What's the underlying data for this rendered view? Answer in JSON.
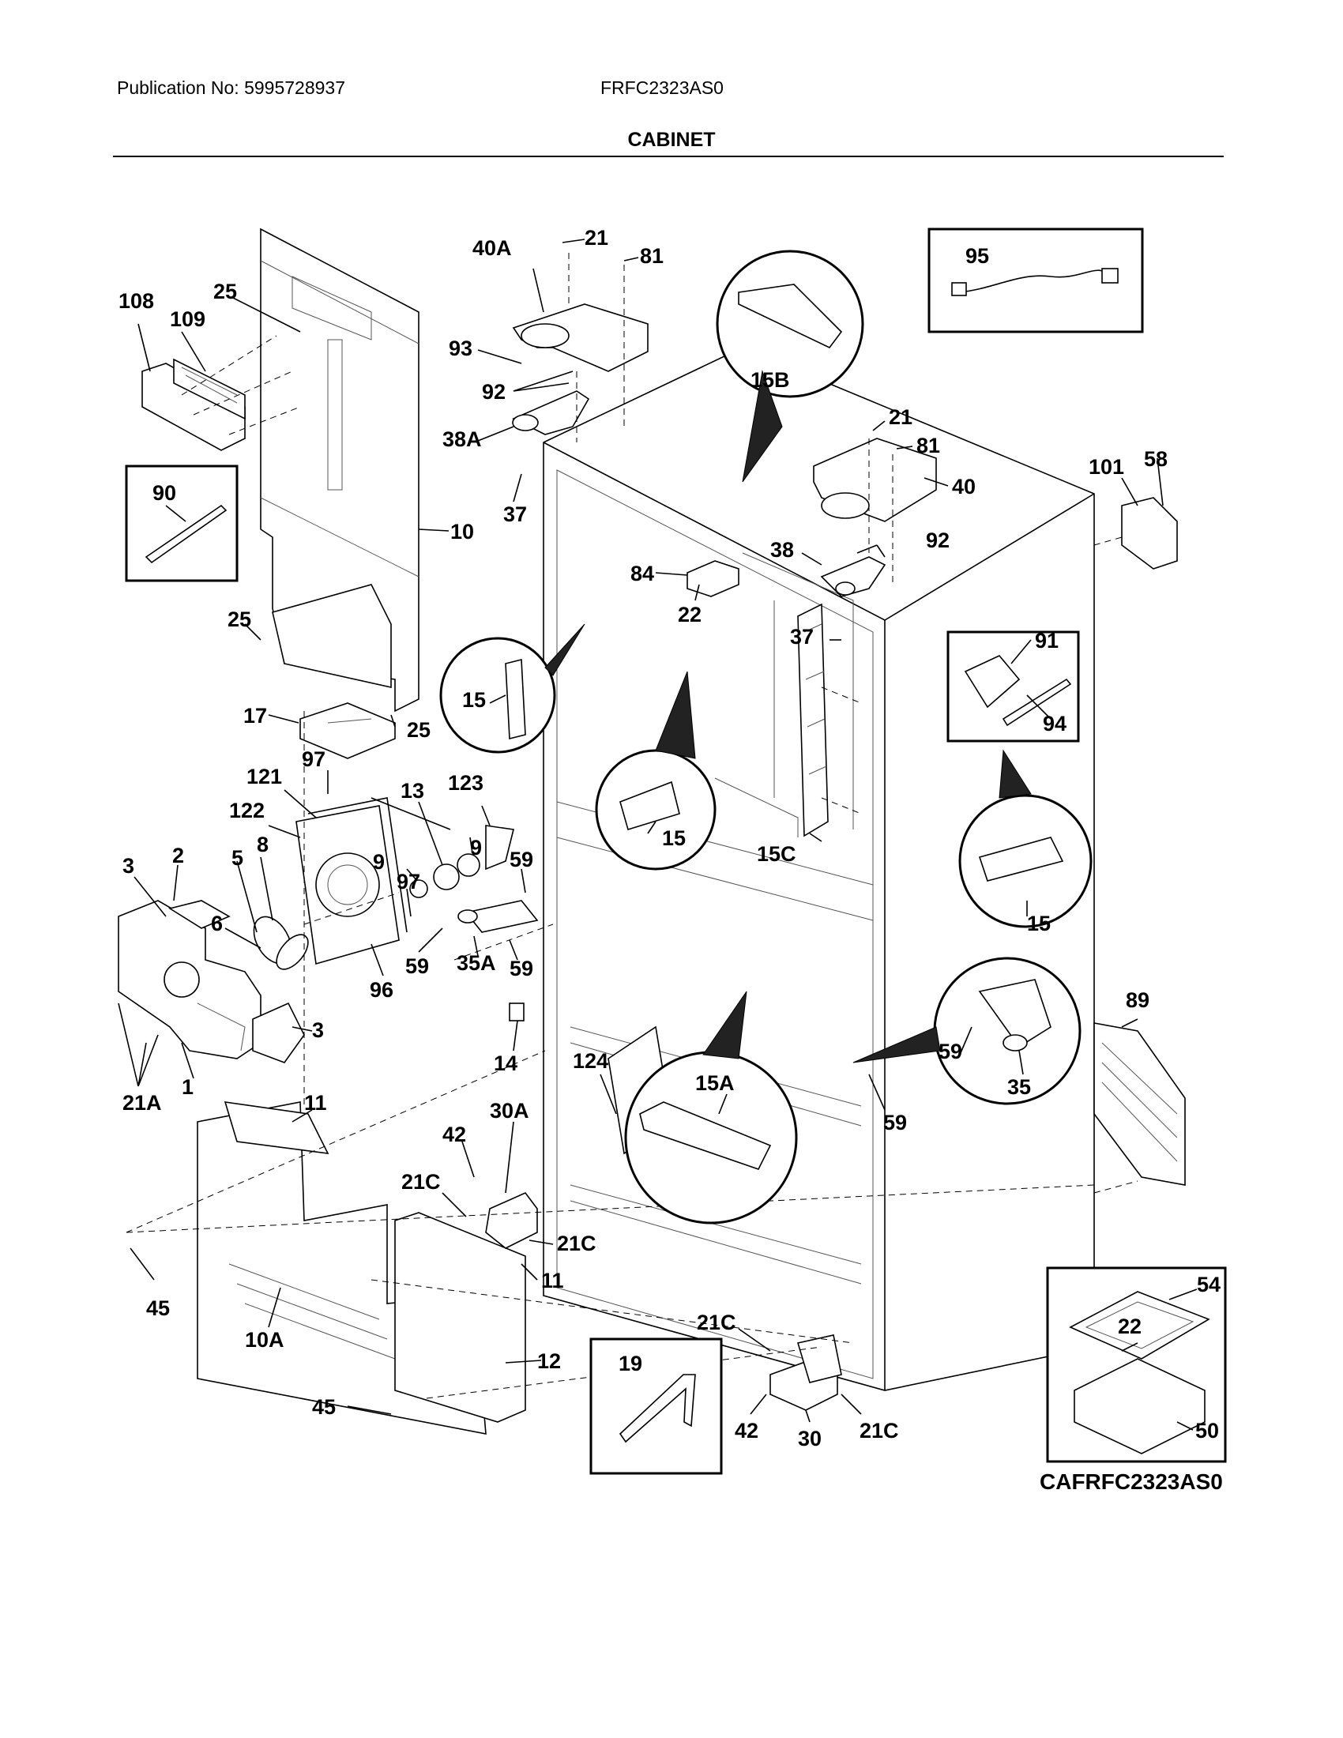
{
  "header": {
    "publication": "Publication No: 5995728937",
    "model": "FRFC2323AS0",
    "title": "CABINET"
  },
  "diagram_code": "CAFRFC2323AS0",
  "callouts": [
    {
      "id": "c1",
      "text": "21"
    },
    {
      "id": "c2",
      "text": "81"
    },
    {
      "id": "c3",
      "text": "40A"
    },
    {
      "id": "c4",
      "text": "93"
    },
    {
      "id": "c5",
      "text": "92"
    },
    {
      "id": "c6",
      "text": "38A"
    },
    {
      "id": "c7",
      "text": "37"
    },
    {
      "id": "c8",
      "text": "15B"
    },
    {
      "id": "c9",
      "text": "95"
    },
    {
      "id": "c10",
      "text": "21"
    },
    {
      "id": "c11",
      "text": "81"
    },
    {
      "id": "c12",
      "text": "40"
    },
    {
      "id": "c13",
      "text": "92"
    },
    {
      "id": "c14",
      "text": "38"
    },
    {
      "id": "c15",
      "text": "101"
    },
    {
      "id": "c16",
      "text": "58"
    },
    {
      "id": "c17",
      "text": "108"
    },
    {
      "id": "c18",
      "text": "25"
    },
    {
      "id": "c19",
      "text": "109"
    },
    {
      "id": "c20",
      "text": "90"
    },
    {
      "id": "c21",
      "text": "10"
    },
    {
      "id": "c22",
      "text": "25"
    },
    {
      "id": "c23",
      "text": "84"
    },
    {
      "id": "c24",
      "text": "22"
    },
    {
      "id": "c25",
      "text": "37"
    },
    {
      "id": "c26",
      "text": "91"
    },
    {
      "id": "c27",
      "text": "94"
    },
    {
      "id": "c28",
      "text": "15"
    },
    {
      "id": "c29",
      "text": "17"
    },
    {
      "id": "c30",
      "text": "25"
    },
    {
      "id": "c31",
      "text": "97"
    },
    {
      "id": "c32",
      "text": "121"
    },
    {
      "id": "c33",
      "text": "13"
    },
    {
      "id": "c34",
      "text": "123"
    },
    {
      "id": "c35",
      "text": "122"
    },
    {
      "id": "c36",
      "text": "9"
    },
    {
      "id": "c37",
      "text": "9"
    },
    {
      "id": "c38",
      "text": "15"
    },
    {
      "id": "c39",
      "text": "15C"
    },
    {
      "id": "c40",
      "text": "15"
    },
    {
      "id": "c41",
      "text": "3"
    },
    {
      "id": "c42",
      "text": "2"
    },
    {
      "id": "c43",
      "text": "5"
    },
    {
      "id": "c44",
      "text": "8"
    },
    {
      "id": "c45",
      "text": "6"
    },
    {
      "id": "c46",
      "text": "97"
    },
    {
      "id": "c47",
      "text": "59"
    },
    {
      "id": "c48",
      "text": "59"
    },
    {
      "id": "c49",
      "text": "35A"
    },
    {
      "id": "c50",
      "text": "59"
    },
    {
      "id": "c51",
      "text": "96"
    },
    {
      "id": "c52",
      "text": "3"
    },
    {
      "id": "c53",
      "text": "14"
    },
    {
      "id": "c54",
      "text": "89"
    },
    {
      "id": "c55",
      "text": "59"
    },
    {
      "id": "c56",
      "text": "35"
    },
    {
      "id": "c57",
      "text": "1"
    },
    {
      "id": "c58",
      "text": "21A"
    },
    {
      "id": "c59",
      "text": "124"
    },
    {
      "id": "c60",
      "text": "15A"
    },
    {
      "id": "c61",
      "text": "59"
    },
    {
      "id": "c62",
      "text": "11"
    },
    {
      "id": "c63",
      "text": "42"
    },
    {
      "id": "c64",
      "text": "30A"
    },
    {
      "id": "c65",
      "text": "21C"
    },
    {
      "id": "c66",
      "text": "21C"
    },
    {
      "id": "c67",
      "text": "11"
    },
    {
      "id": "c68",
      "text": "45"
    },
    {
      "id": "c69",
      "text": "10A"
    },
    {
      "id": "c70",
      "text": "54"
    },
    {
      "id": "c71",
      "text": "22"
    },
    {
      "id": "c72",
      "text": "12"
    },
    {
      "id": "c73",
      "text": "19"
    },
    {
      "id": "c74",
      "text": "21C"
    },
    {
      "id": "c75",
      "text": "45"
    },
    {
      "id": "c76",
      "text": "42"
    },
    {
      "id": "c77",
      "text": "30"
    },
    {
      "id": "c78",
      "text": "21C"
    },
    {
      "id": "c79",
      "text": "50"
    }
  ]
}
